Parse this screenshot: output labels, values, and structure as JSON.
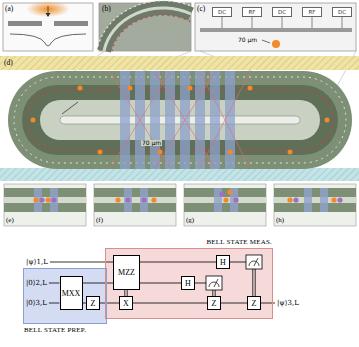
{
  "diagram": {
    "nodes": [
      {
        "text": [
          "DC"
        ]
      },
      {
        "text": [
          "RF"
        ]
      },
      {
        "text": [
          "DC"
        ]
      },
      {
        "text": [
          "RF"
        ]
      },
      {
        "text": [
          "DC"
        ]
      },
      {
        "text": [
          "BELL STATE MEAS."
        ]
      },
      {
        "text": [
          "MZZ"
        ],
        "in": 5
      },
      {
        "text": [
          "H"
        ],
        "in": 5
      },
      {
        "text": [
          "H"
        ],
        "in": 5
      },
      {
        "text": [
          "BELL STATE PREP."
        ]
      },
      {
        "text": [
          "MXX"
        ],
        "in": 9
      },
      {
        "text": [
          "Z"
        ],
        "in": 9
      },
      {
        "text": [
          "X"
        ],
        "in": 5
      },
      {
        "text": [
          "Z"
        ],
        "in": 5
      },
      {
        "text": [
          "Z"
        ],
        "in": 5
      }
    ],
    "edges": [
      {
        "from": 10,
        "to": 11,
        "arrow": "none"
      },
      {
        "from": 10,
        "to": 6,
        "arrow": "none"
      },
      {
        "from": 6,
        "to": 7,
        "arrow": "none"
      },
      {
        "from": 6,
        "to": 8,
        "arrow": "none"
      },
      {
        "from": 6,
        "to": 12,
        "arrow": "none"
      },
      {
        "from": 11,
        "to": 12,
        "arrow": "none"
      },
      {
        "from": 12,
        "to": 13,
        "arrow": "none"
      },
      {
        "from": 13,
        "to": 14,
        "arrow": "none"
      }
    ],
    "labels": [
      "(a)",
      "(b)",
      "(c)",
      "70 μm",
      "(d)",
      "70 μm",
      "(e)",
      "(f)",
      "(g)",
      "(h)",
      "|ψ⟩1,L",
      "|0⟩2,L",
      "|0⟩3,L",
      "|ψ⟩3,L"
    ]
  }
}
